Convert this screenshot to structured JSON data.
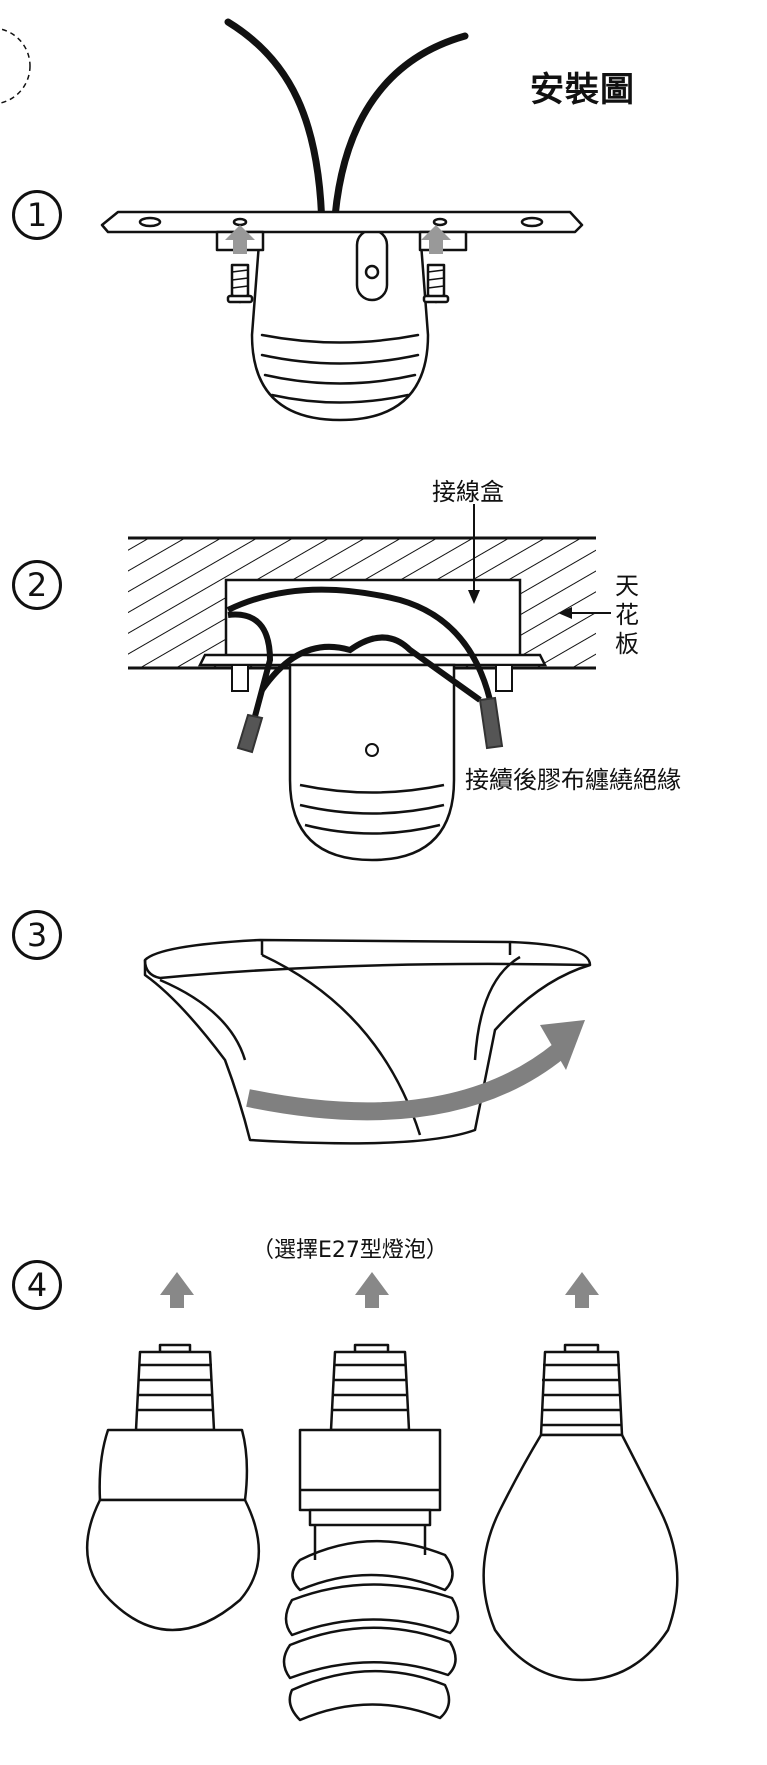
{
  "title": "安裝圖",
  "steps": [
    "1",
    "2",
    "3",
    "4"
  ],
  "step2": {
    "junction_box": "接線盒",
    "ceiling": "天花板",
    "insulate": "接續後膠布纏繞絕緣"
  },
  "step4": {
    "note": "（選擇E27型燈泡）"
  },
  "colors": {
    "line": "#111111",
    "arrow": "#808080",
    "tape": "#555555"
  }
}
